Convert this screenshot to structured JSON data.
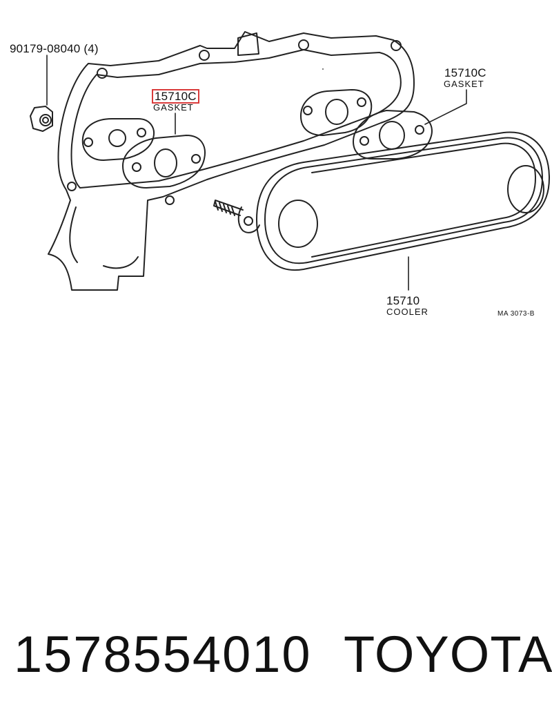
{
  "diagram": {
    "callouts": {
      "nut": {
        "part_no": "90179-08040 (4)"
      },
      "gasket_left": {
        "part_no": "15710C",
        "name": "GASKET",
        "highlighted": true
      },
      "gasket_right": {
        "part_no": "15710C",
        "name": "GASKET"
      },
      "cooler": {
        "part_no": "15710",
        "name": "COOLER"
      }
    },
    "ref_code": "MA  3073-B",
    "highlight_color": "#d93a3a"
  },
  "footer": {
    "part_number": "1578554010",
    "brand": "TOYOTA"
  }
}
